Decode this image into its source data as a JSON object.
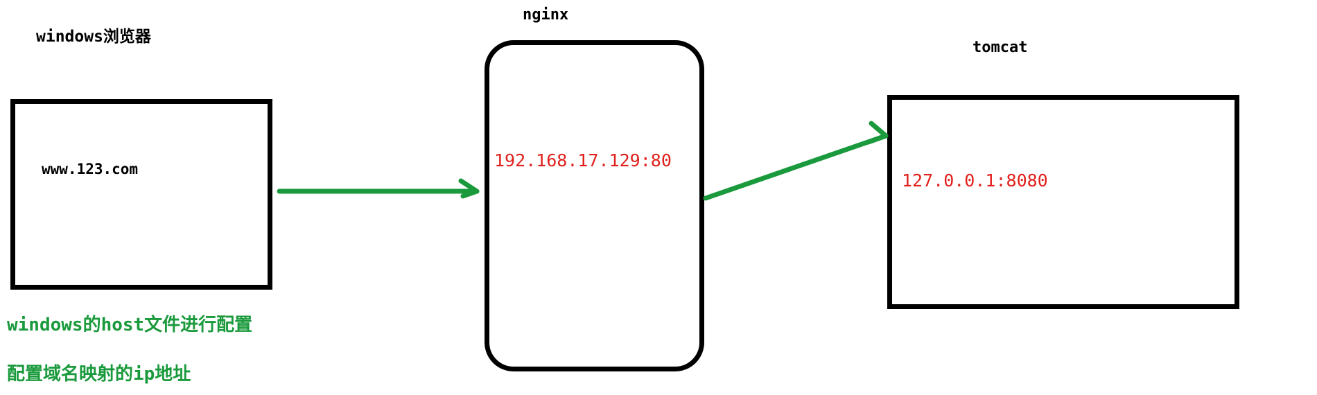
{
  "browser": {
    "title": "windows浏览器",
    "domain": "www.123.com"
  },
  "nginx": {
    "title": "nginx",
    "address": "192.168.17.129:80"
  },
  "tomcat": {
    "title": "tomcat",
    "address": "127.0.0.1:8080"
  },
  "notes": {
    "line1": "windows的host文件进行配置",
    "line2": "配置域名映射的ip地址"
  },
  "colors": {
    "arrow": "#1a9a3c",
    "address_text": "#e0201c",
    "note_text": "#1a9a3c",
    "box_border": "#000000"
  }
}
